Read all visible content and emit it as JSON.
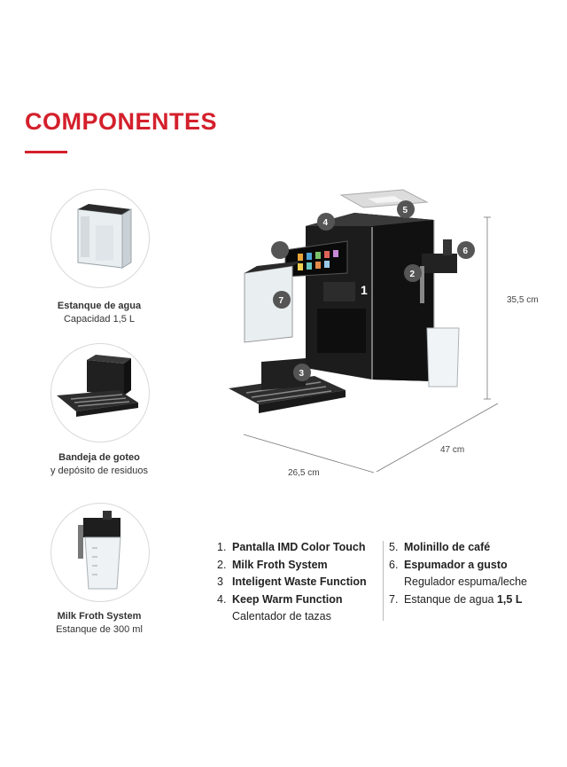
{
  "heading": {
    "title": "COMPONENTES"
  },
  "components": {
    "water_tank": {
      "title": "Estanque de agua",
      "subtitle": "Capacidad 1,5 L"
    },
    "drip_tray": {
      "title": "Bandeja de goteo",
      "subtitle": "y depósito de residuos"
    },
    "milk_system": {
      "title": "Milk Froth System",
      "subtitle": "Estanque de 300 ml"
    }
  },
  "dimensions": {
    "height": "35,5 cm",
    "depth": "47 cm",
    "width": "26,5 cm"
  },
  "callouts": [
    "1",
    "2",
    "3",
    "4",
    "5",
    "6",
    "7"
  ],
  "features_left": [
    {
      "num": "1.",
      "label": "Pantalla IMD Color Touch"
    },
    {
      "num": "2.",
      "label": "Milk Froth System"
    },
    {
      "num": "3",
      "label": "Inteligent Waste Function"
    },
    {
      "num": "4.",
      "label": "Keep Warm Function",
      "sub": "Calentador de tazas"
    }
  ],
  "features_right": [
    {
      "num": "5.",
      "label": "Molinillo de café"
    },
    {
      "num": "6.",
      "label": "Espumador a gusto",
      "sub": "Regulador espuma/leche"
    },
    {
      "num": "7.",
      "label": "Estanque de agua",
      "bold": "1,5 L"
    }
  ],
  "colors": {
    "accent": "#d4202c",
    "badge": "#555555",
    "machine_body": "#1c1c1c"
  }
}
